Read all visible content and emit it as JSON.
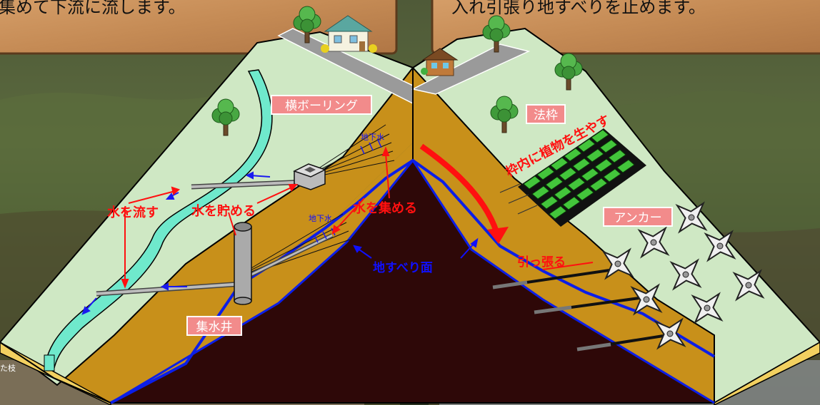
{
  "top_banner": {
    "left_text": "集めて下流に流します。",
    "right_text": "入れ引張り地すべりを止めます。"
  },
  "labels": {
    "yoko_boring": "横ボーリング",
    "hoshu": "法枠",
    "shokubutsu": "枠内に植物を生やす",
    "anchor": "アンカー",
    "chikasui_1": "地下水",
    "chikasui_2": "地下水",
    "mizu_atsumeru": "水を集める",
    "mizu_nagasu": "水を流す",
    "mizu_tameru": "水を貯める",
    "shusuisei": "集水井",
    "jisuberi_men": "地すべり面",
    "hipparu": "引っ張る",
    "corner_text": "た枝"
  },
  "colors": {
    "surface_green": "#cfe8c4",
    "soil": "#c8901a",
    "bedrock": "#2e0808",
    "slip_line": "#0b1ee8",
    "river": "#6fe9cc",
    "label_box": "#f28b8b",
    "red_text": "#ff1010",
    "blue_text": "#1010ff"
  },
  "icons": [
    "tree-icon",
    "house-icon",
    "log-cabin-icon",
    "tetrapod-icon"
  ]
}
